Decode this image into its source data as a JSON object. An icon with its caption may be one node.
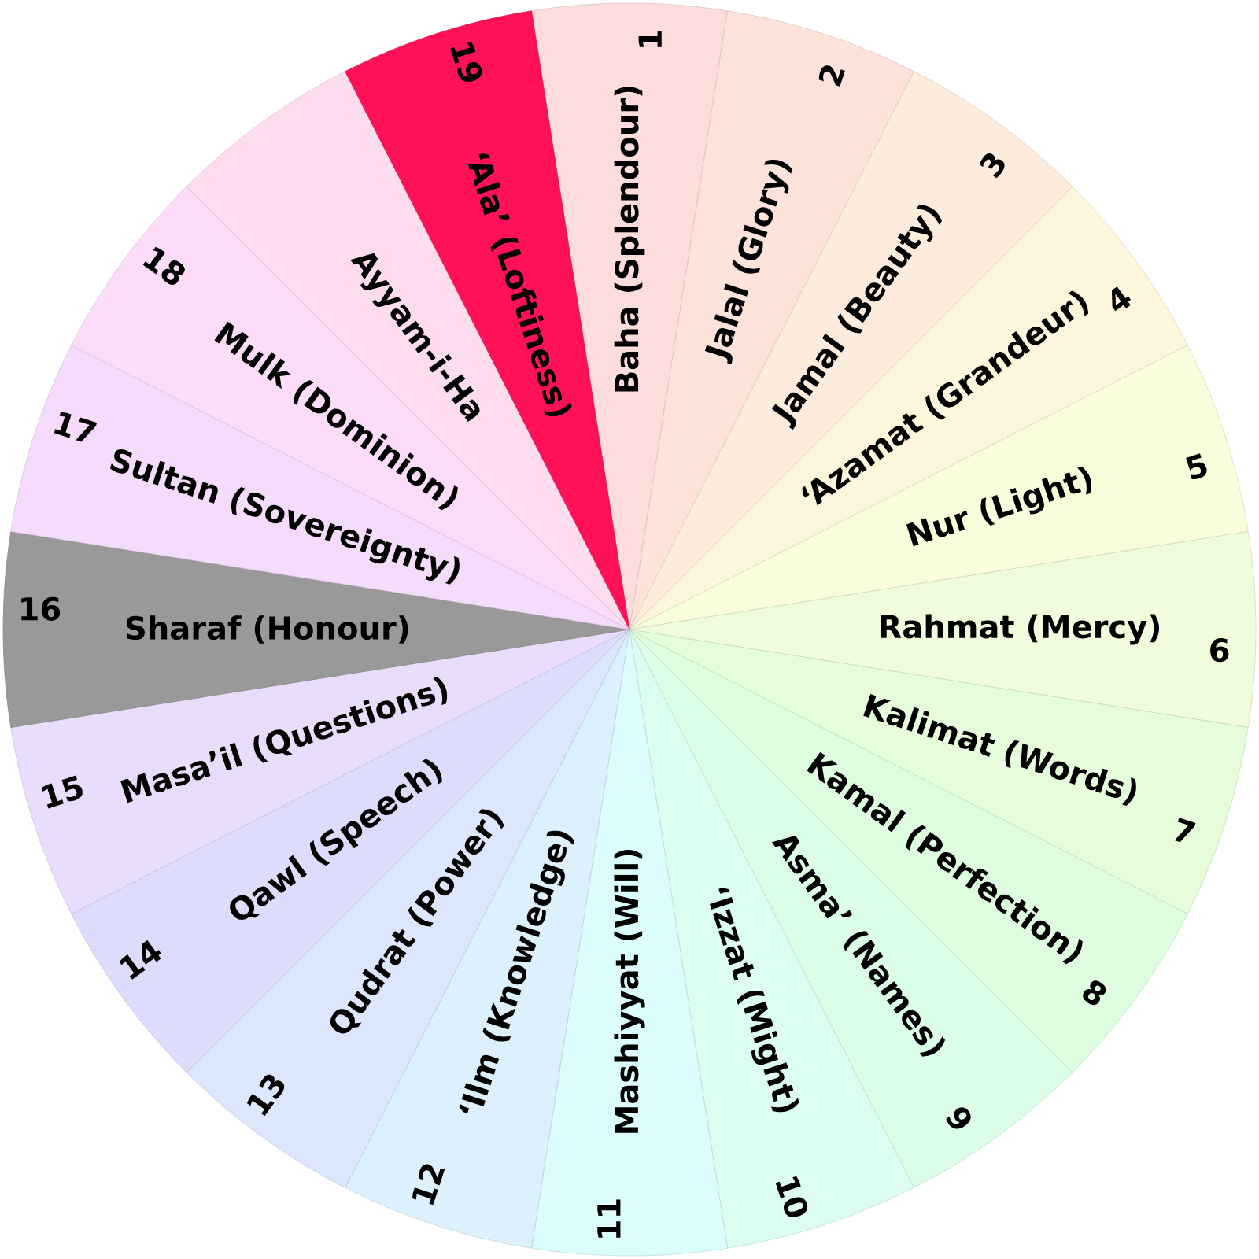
{
  "diagram": {
    "nodes": [
      {
        "text": [
          "Baha (Splendour)",
          "1"
        ]
      },
      {
        "text": [
          "Jalal (Glory)",
          "2"
        ]
      },
      {
        "text": [
          "Jamal (Beauty)",
          "3"
        ]
      },
      {
        "text": [
          "‘Azamat (Grandeur)",
          "4"
        ]
      },
      {
        "text": [
          "Nur (Light)",
          "5"
        ]
      },
      {
        "text": [
          "Rahmat (Mercy)",
          "6"
        ]
      },
      {
        "text": [
          "Kalimat (Words)",
          "7"
        ]
      },
      {
        "text": [
          "Kamal (Perfection)",
          "8"
        ]
      },
      {
        "text": [
          "Asma’ (Names)",
          "9"
        ]
      },
      {
        "text": [
          "‘Izzat (Might)",
          "10"
        ]
      },
      {
        "text": [
          "Mashiyyat (Will)",
          "11"
        ]
      },
      {
        "text": [
          "‘Ilm (Knowledge)",
          "12"
        ]
      },
      {
        "text": [
          "Qudrat (Power)",
          "13"
        ]
      },
      {
        "text": [
          "Qawl (Speech)",
          "14"
        ]
      },
      {
        "text": [
          "Masa’il (Questions)",
          "15"
        ]
      },
      {
        "text": [
          "Sharaf (Honour)",
          "16"
        ]
      },
      {
        "text": [
          "Sultan (Sovereignty)",
          "17"
        ]
      },
      {
        "text": [
          "Mulk (Dominion)",
          "18"
        ]
      },
      {
        "text": [
          "Ayyam-i-Ha"
        ]
      },
      {
        "text": [
          "‘Ala’ (Loftiness)",
          "19"
        ]
      }
    ]
  }
}
